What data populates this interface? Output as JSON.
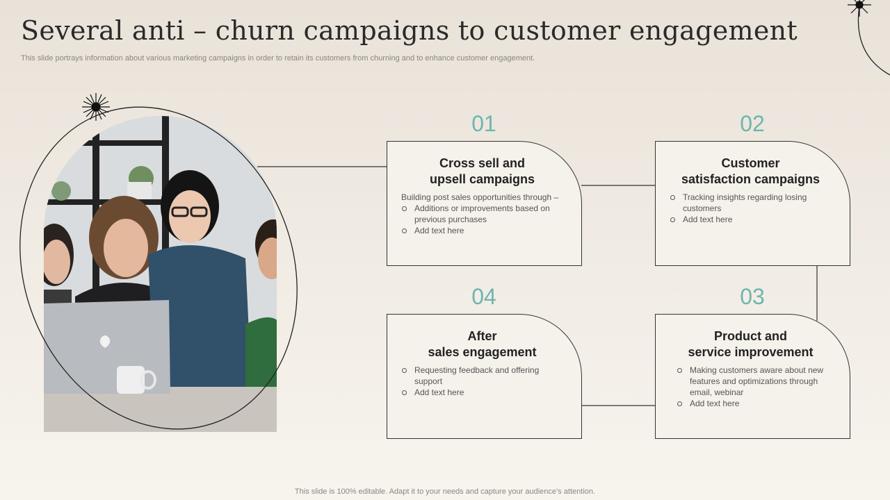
{
  "title": "Several anti – churn campaigns to customer engagement",
  "subtitle": "This slide portrays information about various marketing campaigns in order to retain its customers from churning and to enhance customer engagement.",
  "footer": "This slide is 100% editable. Adapt it to your needs and capture your audience’s attention.",
  "colors": {
    "accent": "#6fb5ad",
    "border": "#333333",
    "card_bg": "#f5f1eb"
  },
  "cards": [
    {
      "number": "01",
      "title_line1": "Cross sell and",
      "title_line2": "upsell campaigns",
      "intro": "Building post sales opportunities through –",
      "items": [
        "Additions or improvements  based on previous  purchases",
        "Add text here"
      ]
    },
    {
      "number": "02",
      "title_line1": "Customer",
      "title_line2": "satisfaction campaigns",
      "items": [
        "Tracking  insights regarding  losing customers",
        "Add text here"
      ]
    },
    {
      "number": "03",
      "title_line1": "Product and",
      "title_line2": "service improvement",
      "items": [
        "Making customers aware  about new features  and optimizations through  email,  webinar",
        "Add text here"
      ]
    },
    {
      "number": "04",
      "title_line1": "After",
      "title_line2": "sales engagement",
      "items": [
        "Requesting feedback and offering  support",
        "Add text here"
      ]
    }
  ]
}
